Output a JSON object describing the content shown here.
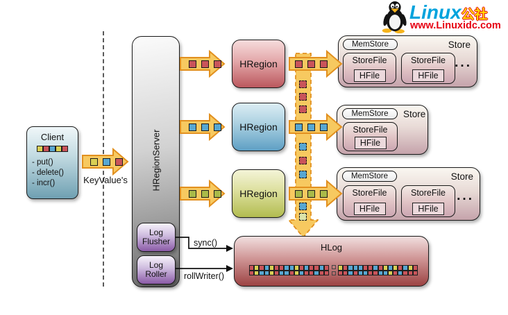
{
  "palette": {
    "red": "#c9545a",
    "yellow": "#d9cf54",
    "blue": "#57a7d2",
    "green": "#a9ba49",
    "green_dashed": "#dce4aa",
    "arrow_fill": "#f7c960",
    "arrow_stroke": "#e2901f"
  },
  "logo": {
    "brand": "Linux",
    "suffix": "公社",
    "url": "www.Linuxidc.com",
    "brand_color": "#00a3dd",
    "suffix_color": "#ffd900",
    "url_color": "#e60012"
  },
  "client": {
    "title": "Client",
    "methods": "- put()\n- delete()\n- incr()",
    "squares": [
      "yellow",
      "red",
      "blue",
      "yellow",
      "red"
    ]
  },
  "keyvalue_arrow": {
    "label": "KeyValue's",
    "squares": [
      "yellow",
      "blue",
      "red"
    ]
  },
  "hregionserver": {
    "label": "HRegionServer"
  },
  "log_flusher": {
    "label": "Log Flusher"
  },
  "log_roller": {
    "label": "Log Roller"
  },
  "calls": {
    "sync": "sync()",
    "roll_writer": "rollWriter()"
  },
  "rows": [
    {
      "region_label": "HRegion",
      "color": "red",
      "arrow_squares": [
        "red",
        "red",
        "red"
      ]
    },
    {
      "region_label": "HRegion",
      "color": "blue",
      "arrow_squares": [
        "blue",
        "blue",
        "blue"
      ]
    },
    {
      "region_label": "HRegion",
      "color": "green",
      "arrow_squares": [
        "green",
        "green",
        "green"
      ]
    }
  ],
  "vertical_arrow": {
    "segment1": [
      "red",
      "red",
      "red"
    ],
    "segment2": [
      "blue",
      "red",
      "blue"
    ],
    "segment3": [
      "blue",
      "green-dashed"
    ]
  },
  "stores": [
    {
      "title": "Store",
      "memstore_label": "MemStore",
      "storefile_label": "StoreFile",
      "hfile_label": "HFile",
      "ellipsis": "..."
    },
    {
      "title": "Store",
      "memstore_label": "MemStore",
      "storefile_label": "StoreFile",
      "hfile_label": "HFile"
    },
    {
      "title": "Store",
      "memstore_label": "MemStore",
      "storefile_label": "StoreFile",
      "hfile_label": "HFile",
      "ellipsis": "..."
    }
  ],
  "hlog": {
    "title": "HLog",
    "strip_left_top": [
      "red",
      "yellow",
      "red",
      "blue",
      "yellow",
      "red",
      "red",
      "blue",
      "blue",
      "yellow",
      "red",
      "blue",
      "red",
      "red",
      "blue",
      "red"
    ],
    "strip_left_bottom": [
      "red",
      "yellow",
      "blue",
      "blue",
      "yellow",
      "red",
      "blue",
      "blue",
      "red",
      "yellow",
      "blue",
      "red",
      "red",
      "blue",
      "red",
      "red"
    ],
    "strip_right_top": [
      "yellow",
      "red",
      "blue",
      "blue",
      "blue",
      "red",
      "red",
      "blue",
      "red",
      "yellow",
      "blue",
      "yellow",
      "red",
      "blue",
      "yellow",
      "red"
    ],
    "strip_right_bottom": [
      "red",
      "red",
      "blue",
      "red",
      "blue",
      "blue",
      "red",
      "red",
      "blue",
      "blue",
      "yellow",
      "red",
      "blue",
      "red",
      "red",
      "red"
    ]
  }
}
